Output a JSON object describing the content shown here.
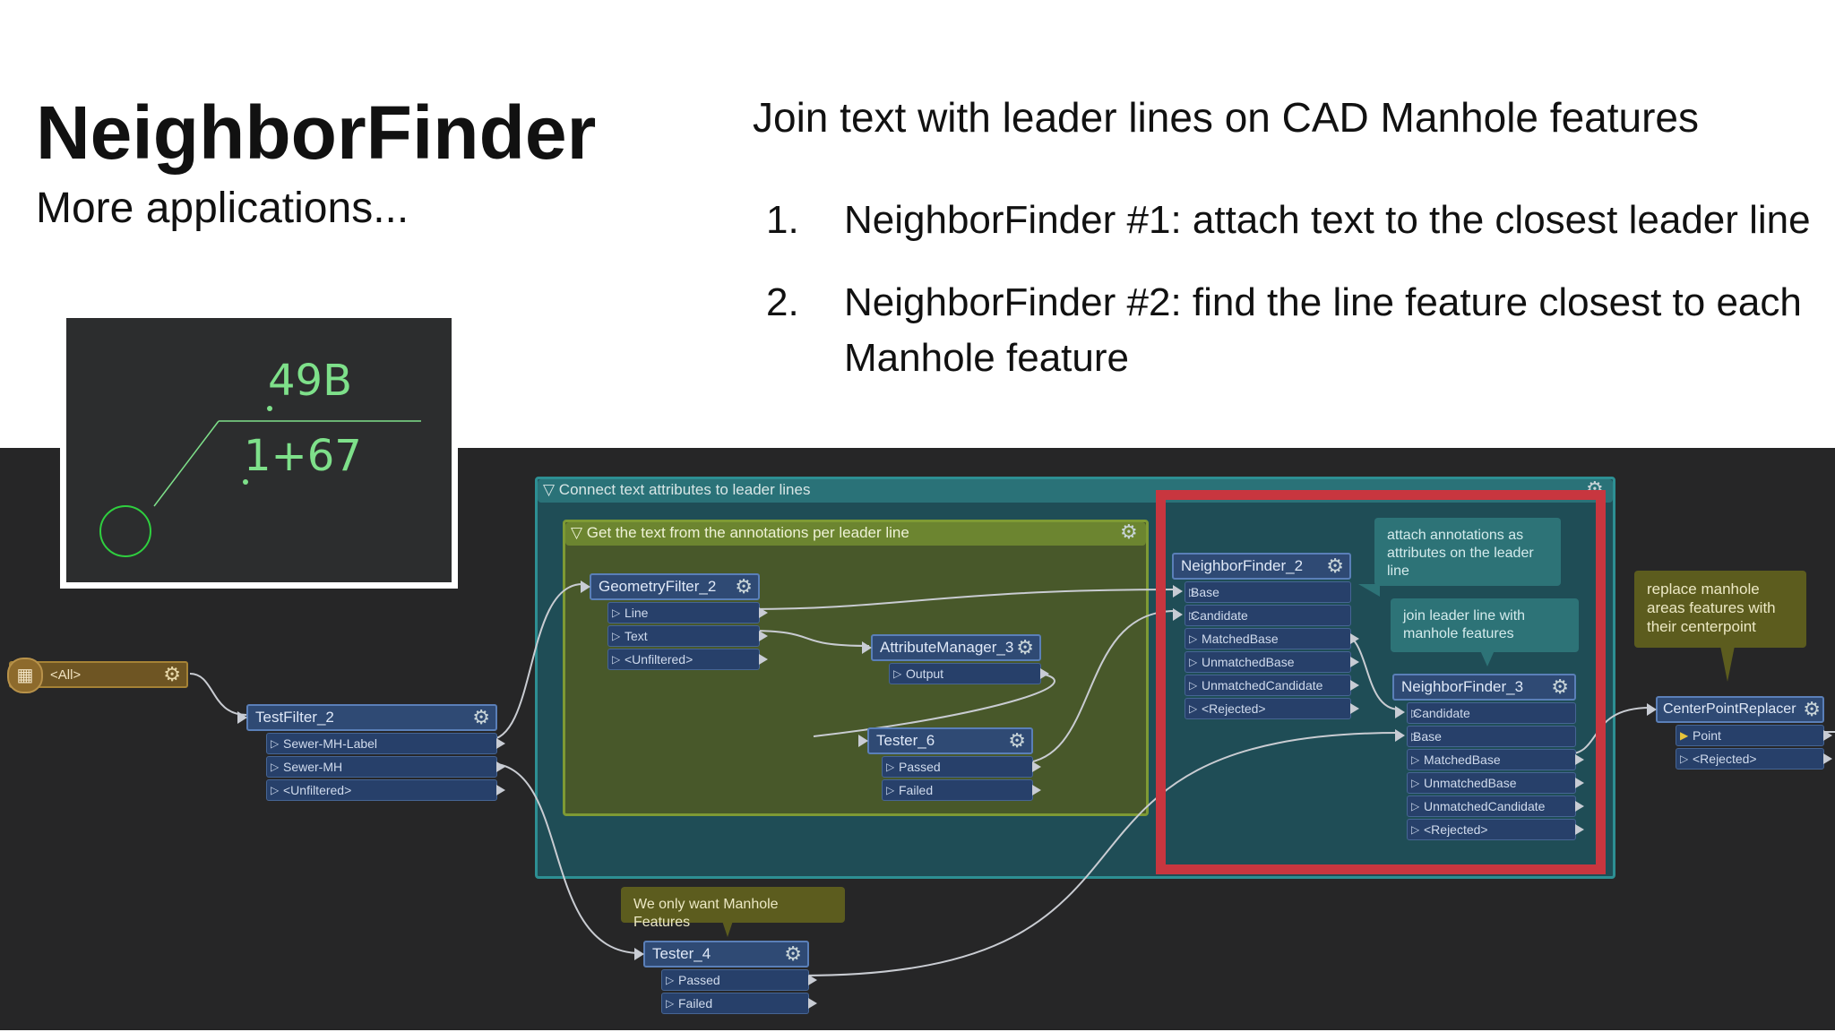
{
  "slide": {
    "title": "NeighborFinder",
    "subtitle": "More applications...",
    "heading": "Join text with leader lines on CAD Manhole features",
    "list": [
      {
        "num": "1.",
        "text": "NeighborFinder #1: attach text to the closest leader line"
      },
      {
        "num": "2.",
        "text": "NeighborFinder #2: find the line feature closest to each Manhole feature"
      }
    ]
  },
  "cad": {
    "label_top": "49B",
    "label_bottom": "1+67"
  },
  "bookmarks": {
    "outer": "▽ Connect text attributes to leader lines",
    "inner": "▽ Get the text from the annotations per leader line"
  },
  "annotations": {
    "attach": "attach annotations as attributes on the leader line",
    "join": "join leader line with manhole features",
    "replace": "replace manhole areas features with their centerpoint",
    "only": "We only want Manhole Features"
  },
  "transformers": {
    "creator": {
      "port": "<All>"
    },
    "testfilter": {
      "name": "TestFilter_2",
      "ports": [
        "Sewer-MH-Label",
        "Sewer-MH",
        "<Unfiltered>"
      ]
    },
    "geometryfilter": {
      "name": "GeometryFilter_2",
      "ports": [
        "Line",
        "Text",
        "<Unfiltered>"
      ]
    },
    "attributemanager": {
      "name": "AttributeManager_3",
      "ports": [
        "Output"
      ]
    },
    "tester6": {
      "name": "Tester_6",
      "ports": [
        "Passed",
        "Failed"
      ]
    },
    "nf2": {
      "name": "NeighborFinder_2",
      "inputs": [
        "Base",
        "Candidate"
      ],
      "ports": [
        "MatchedBase",
        "UnmatchedBase",
        "UnmatchedCandidate",
        "<Rejected>"
      ]
    },
    "nf3": {
      "name": "NeighborFinder_3",
      "inputs": [
        "Candidate",
        "Base"
      ],
      "ports": [
        "MatchedBase",
        "UnmatchedBase",
        "UnmatchedCandidate",
        "<Rejected>"
      ]
    },
    "cpr": {
      "name": "CenterPointReplacer",
      "ports": [
        "Point",
        "<Rejected>"
      ]
    },
    "tester4": {
      "name": "Tester_4",
      "ports": [
        "Passed",
        "Failed"
      ]
    }
  },
  "colors": {
    "highlight": "#c8363f",
    "canvas": "#262627",
    "cad_green": "#7ee08a"
  },
  "icons": [
    "gear-icon",
    "reader-icon",
    "port-arrow-icon"
  ]
}
